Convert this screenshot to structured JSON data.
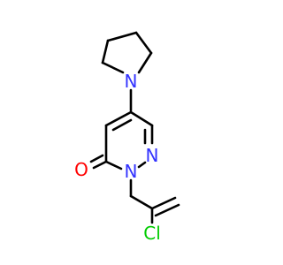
{
  "molecule": {
    "colors": {
      "bond": "#000000",
      "nitrogen": "#3333ff",
      "oxygen": "#ff0000",
      "chlorine": "#00cc00"
    },
    "labels": {
      "pyrrolidine_n": "N",
      "ring_n1": "N",
      "ring_n2": "N",
      "carbonyl_o": "O",
      "chlorine": "Cl"
    }
  }
}
